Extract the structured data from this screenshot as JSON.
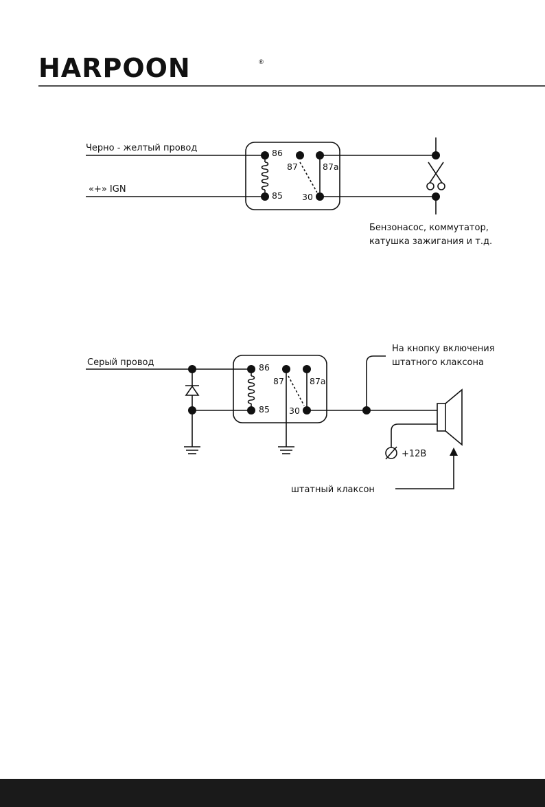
{
  "brand": {
    "name": "HARPOON",
    "registered": "®"
  },
  "diagram1": {
    "wire_top_label": "Черно - желтый провод",
    "wire_bottom_label": "«+» IGN",
    "pins": {
      "p86": "86",
      "p87": "87",
      "p87a": "87a",
      "p85": "85",
      "p30": "30"
    },
    "load_line1": "Бензонасос, коммутатор,",
    "load_line2": "катушка зажигания и т.д."
  },
  "diagram2": {
    "wire_label": "Серый провод",
    "pins": {
      "p86": "86",
      "p87": "87",
      "p87a": "87a",
      "p85": "85",
      "p30": "30"
    },
    "button_line1": "На кнопку включения",
    "button_line2": "штатного клаксона",
    "supply_label": "+12В",
    "horn_label": "штатный клаксон"
  }
}
